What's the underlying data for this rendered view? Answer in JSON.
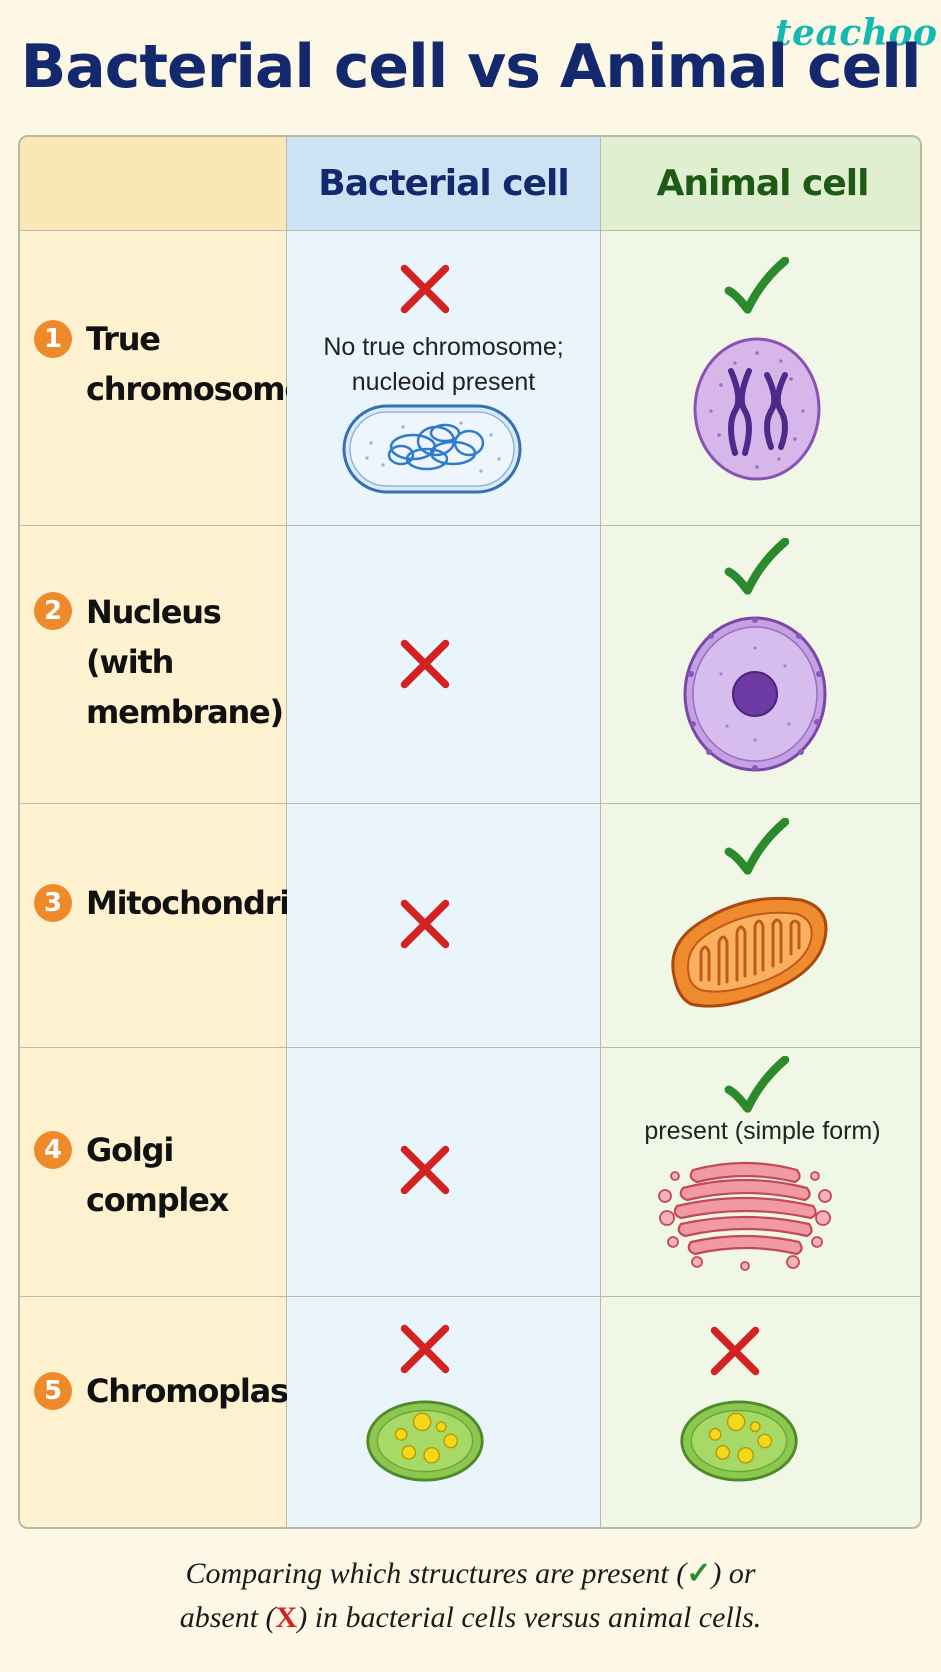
{
  "brand": "teachoo",
  "title": "Bacterial cell vs Animal cell",
  "columns": {
    "bacterial": "Bacterial cell",
    "animal": "Animal cell"
  },
  "rows": [
    {
      "number": "1",
      "feature": "True\nchromosome",
      "bacterial": "absent",
      "animal": "present",
      "bacterial_note": "No true chromosome;\nnucleoid present",
      "animal_note": ""
    },
    {
      "number": "2",
      "feature": "Nucleus\n(with\nmembrane)",
      "bacterial": "absent",
      "animal": "present",
      "bacterial_note": "",
      "animal_note": ""
    },
    {
      "number": "3",
      "feature": "Mitochondria",
      "bacterial": "absent",
      "animal": "present",
      "bacterial_note": "",
      "animal_note": ""
    },
    {
      "number": "4",
      "feature": "Golgi complex",
      "bacterial": "absent",
      "animal": "present",
      "bacterial_note": "",
      "animal_note": "present (simple form)"
    },
    {
      "number": "5",
      "feature": "Chromoplasts",
      "bacterial": "absent",
      "animal": "absent",
      "bacterial_note": "",
      "animal_note": ""
    }
  ],
  "caption": {
    "part1": "Comparing which structures are present (",
    "check": "✓",
    "part2": ") or",
    "part3": "absent (",
    "cross": "X",
    "part4": ") in bacterial cells versus animal cells."
  },
  "colors": {
    "title": "#14286e",
    "check": "#2c8a2c",
    "cross": "#d42222",
    "badge": "#ee8a2a",
    "brand": "#14b8b3"
  },
  "icons": {
    "present": "check-icon",
    "absent": "cross-icon"
  }
}
